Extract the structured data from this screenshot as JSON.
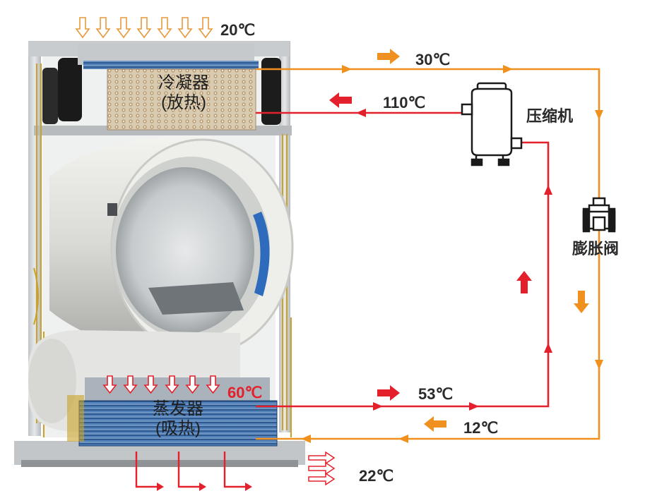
{
  "condenser": {
    "name": "冷凝器",
    "role": "(放热)"
  },
  "evaporator": {
    "name": "蒸发器",
    "role": "(吸热)"
  },
  "components": {
    "compressor": "压缩机",
    "expansion_valve": "膨胀阀"
  },
  "temperatures": {
    "air_in_top": "20℃",
    "condenser_out": "30℃",
    "compressor_out": "110℃",
    "evaporator_air_in": "60℃",
    "evaporator_out": "53℃",
    "valve_out": "12℃",
    "air_out_bottom": "22℃"
  },
  "colors": {
    "hot": "#e3202b",
    "cold": "#f0901e"
  }
}
